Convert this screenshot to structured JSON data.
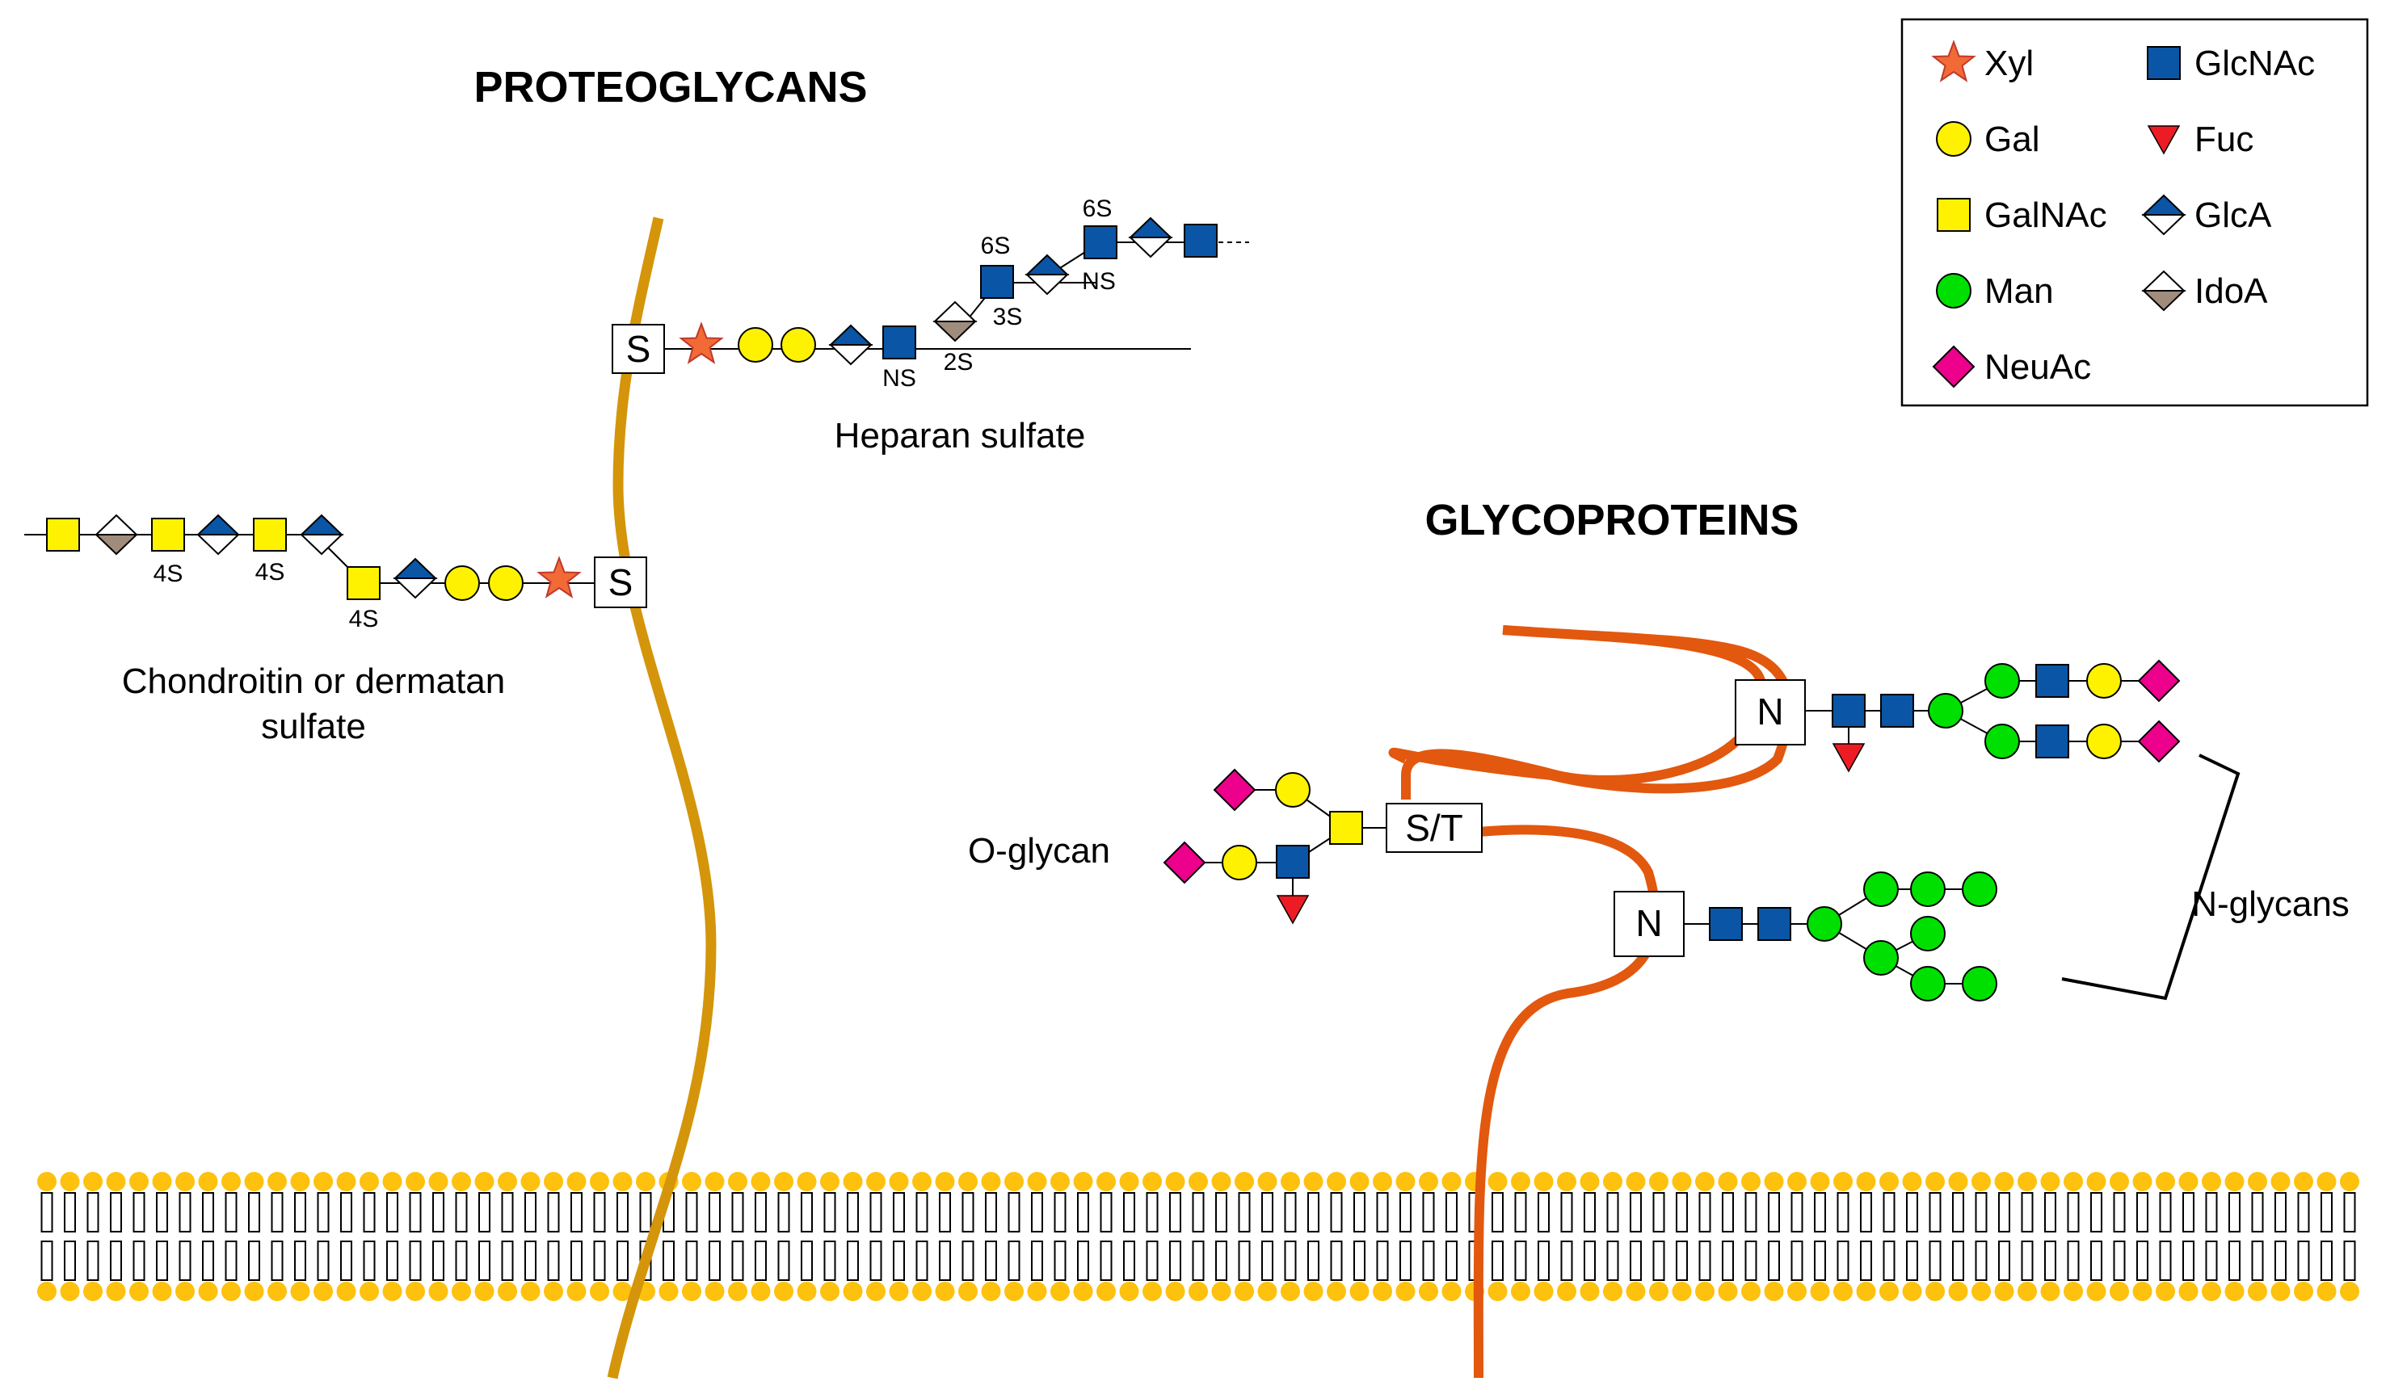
{
  "headings": {
    "proteoglycans": "PROTEOGLYCANS",
    "glycoproteins": "GLYCOPROTEINS"
  },
  "labels": {
    "heparan": "Heparan sulfate",
    "chondroitin_line1": "Chondroitin or dermatan",
    "chondroitin_line2": "sulfate",
    "oglycan": "O-glycan",
    "nglycans": "N-glycans"
  },
  "residues": {
    "ser": "S",
    "ser_thr": "S/T",
    "asn": "N"
  },
  "modifications": {
    "s4": "4S",
    "s6": "6S",
    "s3": "3S",
    "s2": "2S",
    "ns": "NS"
  },
  "legend": [
    {
      "name": "Xyl",
      "shape": "star",
      "color": "#F26A35"
    },
    {
      "name": "GlcNAc",
      "shape": "square",
      "color": "#0A55A5"
    },
    {
      "name": "Gal",
      "shape": "circle",
      "color": "#FFF200"
    },
    {
      "name": "Fuc",
      "shape": "triangle",
      "color": "#ED1C24"
    },
    {
      "name": "GalNAc",
      "shape": "square",
      "color": "#FFF200"
    },
    {
      "name": "GlcA",
      "shape": "split-diamond",
      "color": "#0A55A5"
    },
    {
      "name": "Man",
      "shape": "circle",
      "color": "#00E000"
    },
    {
      "name": "IdoA",
      "shape": "split-diamond",
      "color": "#A08C7D"
    },
    {
      "name": "NeuAc",
      "shape": "diamond",
      "color": "#EC008C"
    }
  ],
  "colors": {
    "proteoglycan_core": "#D4950A",
    "glycoprotein_chain": "#E2580E",
    "membrane_head": "#FDC10E",
    "membrane_tail": "#000000"
  }
}
